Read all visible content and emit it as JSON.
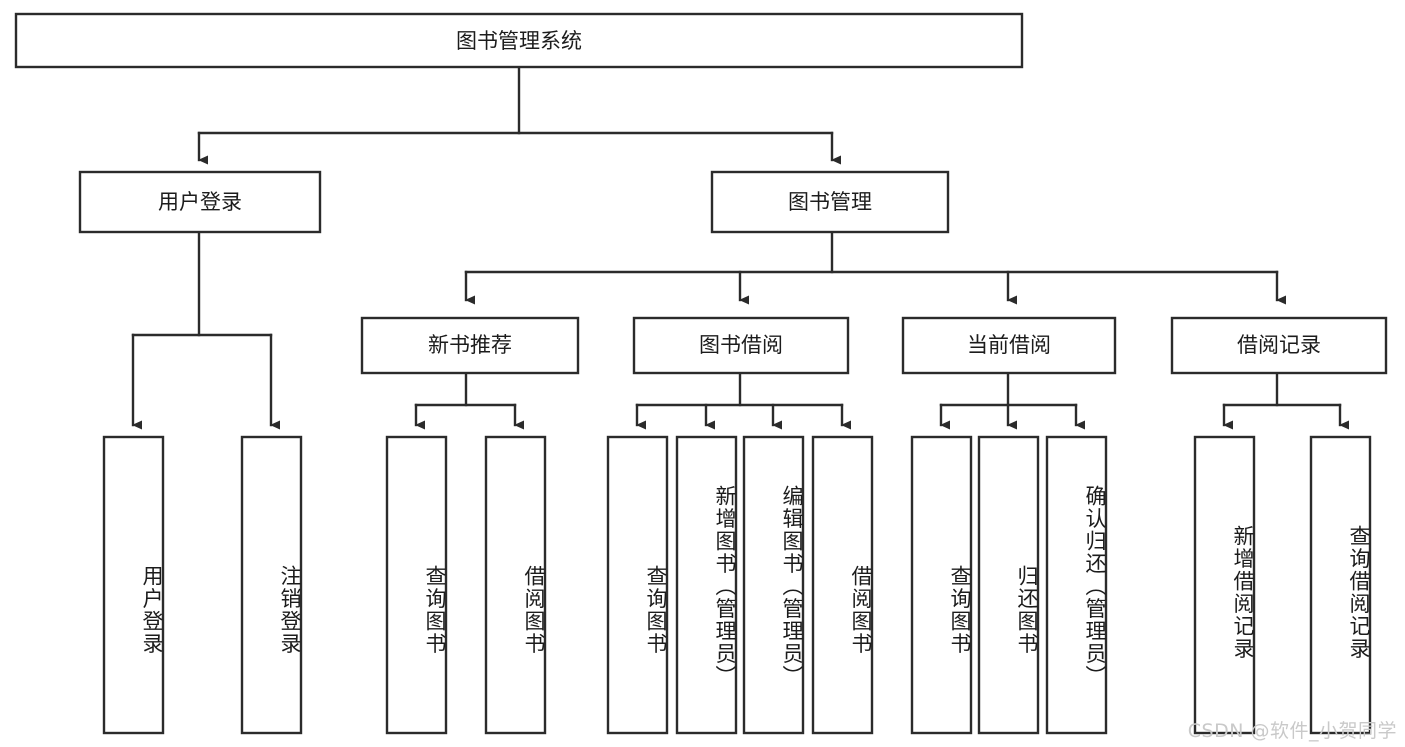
{
  "diagram": {
    "type": "tree-hierarchy",
    "title": "图书管理系统",
    "orientation": "top-down",
    "colors": {
      "stroke": "#2b2b2b",
      "fill": "#ffffff",
      "text": "#1c1c1c",
      "watermark": "#c9c9c9"
    },
    "root": {
      "label": "图书管理系统"
    },
    "level1": [
      {
        "label": "用户登录"
      },
      {
        "label": "图书管理"
      }
    ],
    "level2": [
      {
        "label": "新书推荐"
      },
      {
        "label": "图书借阅"
      },
      {
        "label": "当前借阅"
      },
      {
        "label": "借阅记录"
      }
    ],
    "leaves": {
      "user_login": [
        {
          "label": "用户登录"
        },
        {
          "label": "注销登录"
        }
      ],
      "new_book_recommend": [
        {
          "label": "查询图书"
        },
        {
          "label": "借阅图书"
        }
      ],
      "book_borrow": [
        {
          "label": "查询图书"
        },
        {
          "label": "新增图书（管理员）"
        },
        {
          "label": "编辑图书（管理员）"
        },
        {
          "label": "借阅图书"
        }
      ],
      "current_borrow": [
        {
          "label": "查询图书"
        },
        {
          "label": "归还图书"
        },
        {
          "label": "确认归还（管理员）"
        }
      ],
      "borrow_record": [
        {
          "label": "新增借阅记录"
        },
        {
          "label": "查询借阅记录"
        }
      ]
    }
  },
  "watermark": {
    "text": "CSDN @软件_小贺同学"
  }
}
